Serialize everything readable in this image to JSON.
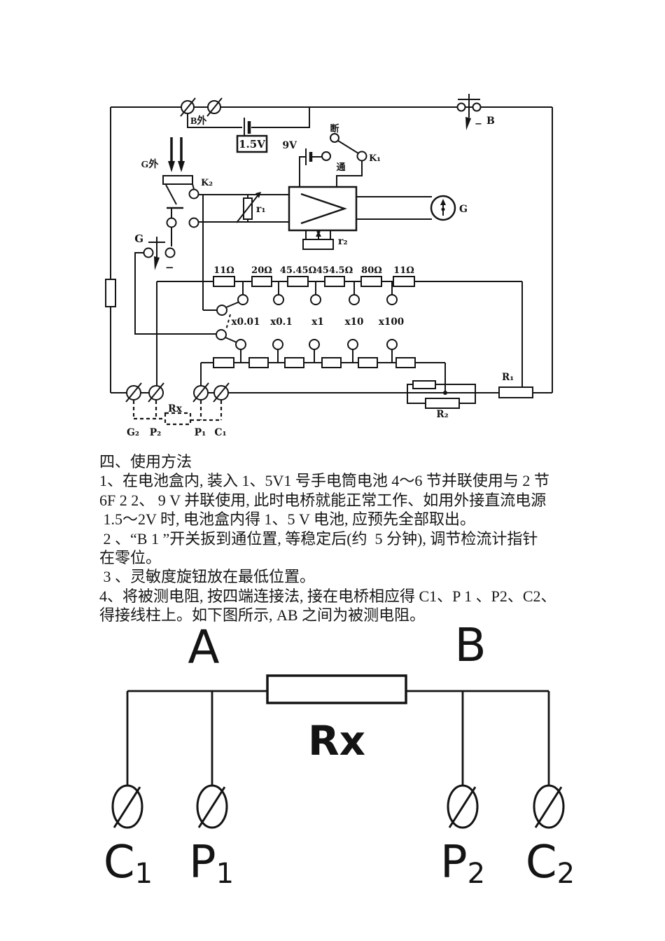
{
  "circuit": {
    "labels": {
      "b_ext": "B外",
      "g_ext": "G外",
      "battery_15": "1.5V",
      "battery_9": "9V",
      "k1": "K₁",
      "k2": "K₂",
      "duan": "断",
      "tong": "通",
      "galvo": "G",
      "r1": "r₁",
      "r2": "r₂",
      "g_jack": "G",
      "g_minus": "−",
      "b_jack": "B",
      "b_minus": "−",
      "R1": "R₁",
      "R2": "R₂",
      "rx": "Rx"
    },
    "row1_resistors": [
      "11Ω",
      "20Ω",
      "45.45Ω",
      "454.5Ω",
      "80Ω",
      "11Ω"
    ],
    "multipliers": [
      "x0.01",
      "x0.1",
      "x1",
      "x10",
      "x100"
    ],
    "terminals": [
      "G₂",
      "P₂",
      "P₁",
      "C₁"
    ]
  },
  "instructions": {
    "heading": "四、使用方法",
    "lines": [
      "1、在电池盒内, 装入 1、5V1 号手电筒电池 4～6 节并联使用与 2 节",
      "6F 2 2、 9 V 并联使用, 此时电桥就能正常工作、如用外接直流电源",
      " 1.5～2V 时, 电池盒内得 1、5 V 电池, 应预先全部取出。",
      " 2 、“B 1 ”开关扳到通位置, 等稳定后(约  5 分钟), 调节检流计指针",
      "在零位。",
      " 3 、灵敏度旋钮放在最低位置。",
      "4、将被测电阻, 按四端连接法, 接在电桥相应得 C1、P 1 、P2、C2、",
      "得接线柱上。如下图所示, AB 之间为被测电阻。"
    ]
  },
  "figure": {
    "node_a": "A",
    "node_b": "B",
    "rx": "Rx",
    "terminals": [
      {
        "main": "C",
        "sub": "1"
      },
      {
        "main": "P",
        "sub": "1"
      },
      {
        "main": "P",
        "sub": "2"
      },
      {
        "main": "C",
        "sub": "2"
      }
    ]
  }
}
